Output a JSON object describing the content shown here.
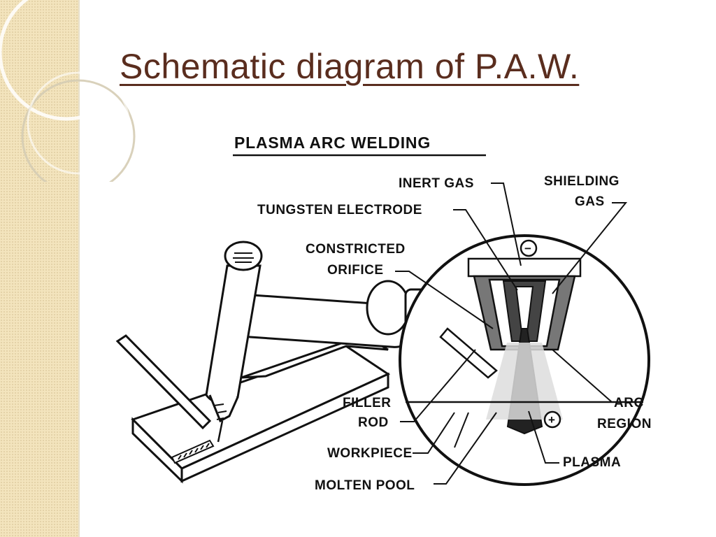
{
  "slide": {
    "title": "Schematic diagram of P.A.W.",
    "accent_color": "#5a2d1e",
    "sidebar_color": "#f3e4bd"
  },
  "diagram": {
    "heading": "PLASMA ARC WELDING",
    "labels": {
      "inert_gas": "INERT GAS",
      "tungsten_electrode": "TUNGSTEN ELECTRODE",
      "constricted": "CONSTRICTED",
      "orifice": "ORIFICE",
      "shielding": "SHIELDING",
      "gas": "GAS",
      "filler": "FILLER",
      "rod": "ROD",
      "workpiece": "WORKPIECE",
      "molten_pool": "MOLTEN POOL",
      "arc": "ARC",
      "region": "REGION",
      "plasma": "PLASMA"
    },
    "symbols": {
      "negative": "−",
      "positive": "+"
    }
  }
}
